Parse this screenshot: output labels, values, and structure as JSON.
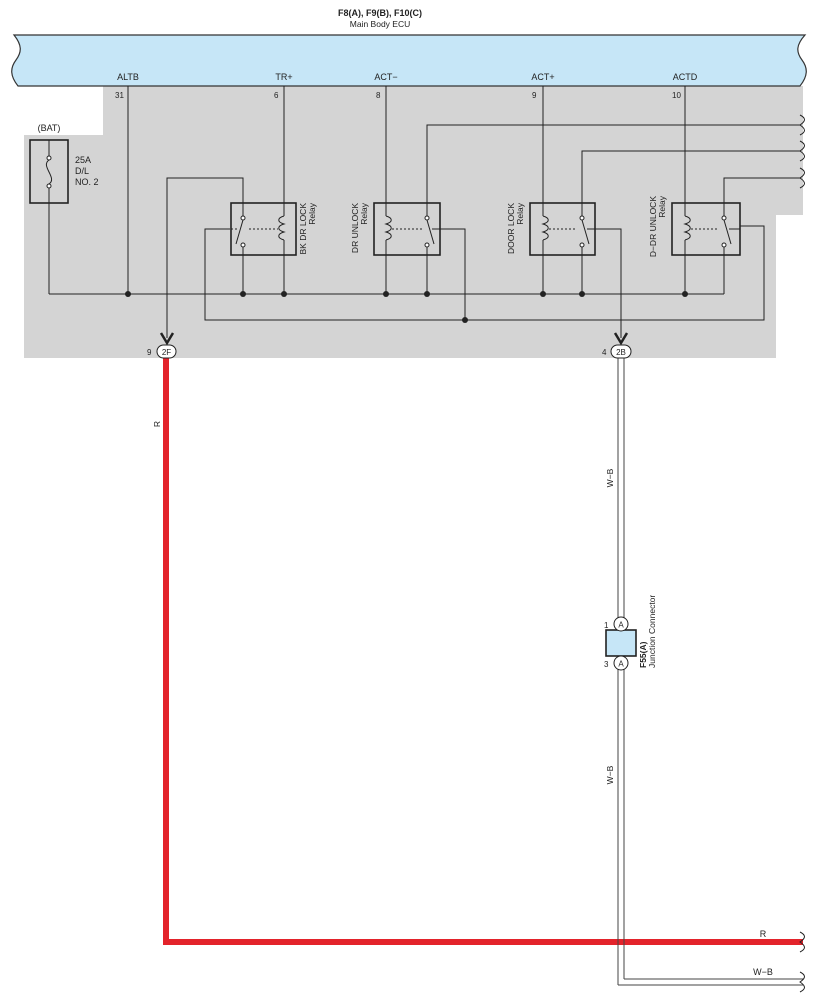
{
  "header": {
    "title": "F8(A), F9(B), F10(C)",
    "subtitle": "Main Body ECU"
  },
  "ecu_pins": [
    {
      "name": "ALTB",
      "num": "31"
    },
    {
      "name": "TR+",
      "num": "6"
    },
    {
      "name": "ACT−",
      "num": "8"
    },
    {
      "name": "ACT+",
      "num": "9"
    },
    {
      "name": "ACTD",
      "num": "10"
    }
  ],
  "fuse": {
    "source": "(BAT)",
    "rating": "25A",
    "line2": "D/L",
    "line3": "NO. 2"
  },
  "relays": [
    {
      "name": "BK DR LOCK",
      "type": "Relay"
    },
    {
      "name": "DR UNLOCK",
      "type": "Relay"
    },
    {
      "name": "DOOR LOCK",
      "type": "Relay"
    },
    {
      "name": "D−DR UNLOCK",
      "type": "Relay"
    }
  ],
  "ecu_connectors": [
    {
      "pin": "9",
      "code": "2F"
    },
    {
      "pin": "4",
      "code": "2B"
    }
  ],
  "wires": {
    "red": "R",
    "white_black": "W−B"
  },
  "junction": {
    "id": "F55(A)",
    "name": "Junction Connector",
    "pin_top": "1",
    "pin_bottom": "3",
    "code": "A"
  },
  "colors": {
    "ecu_box": "#c6e6f7",
    "module_bg": "#d4d4d4",
    "red_wire": "#e3232b",
    "line": "#222222"
  }
}
